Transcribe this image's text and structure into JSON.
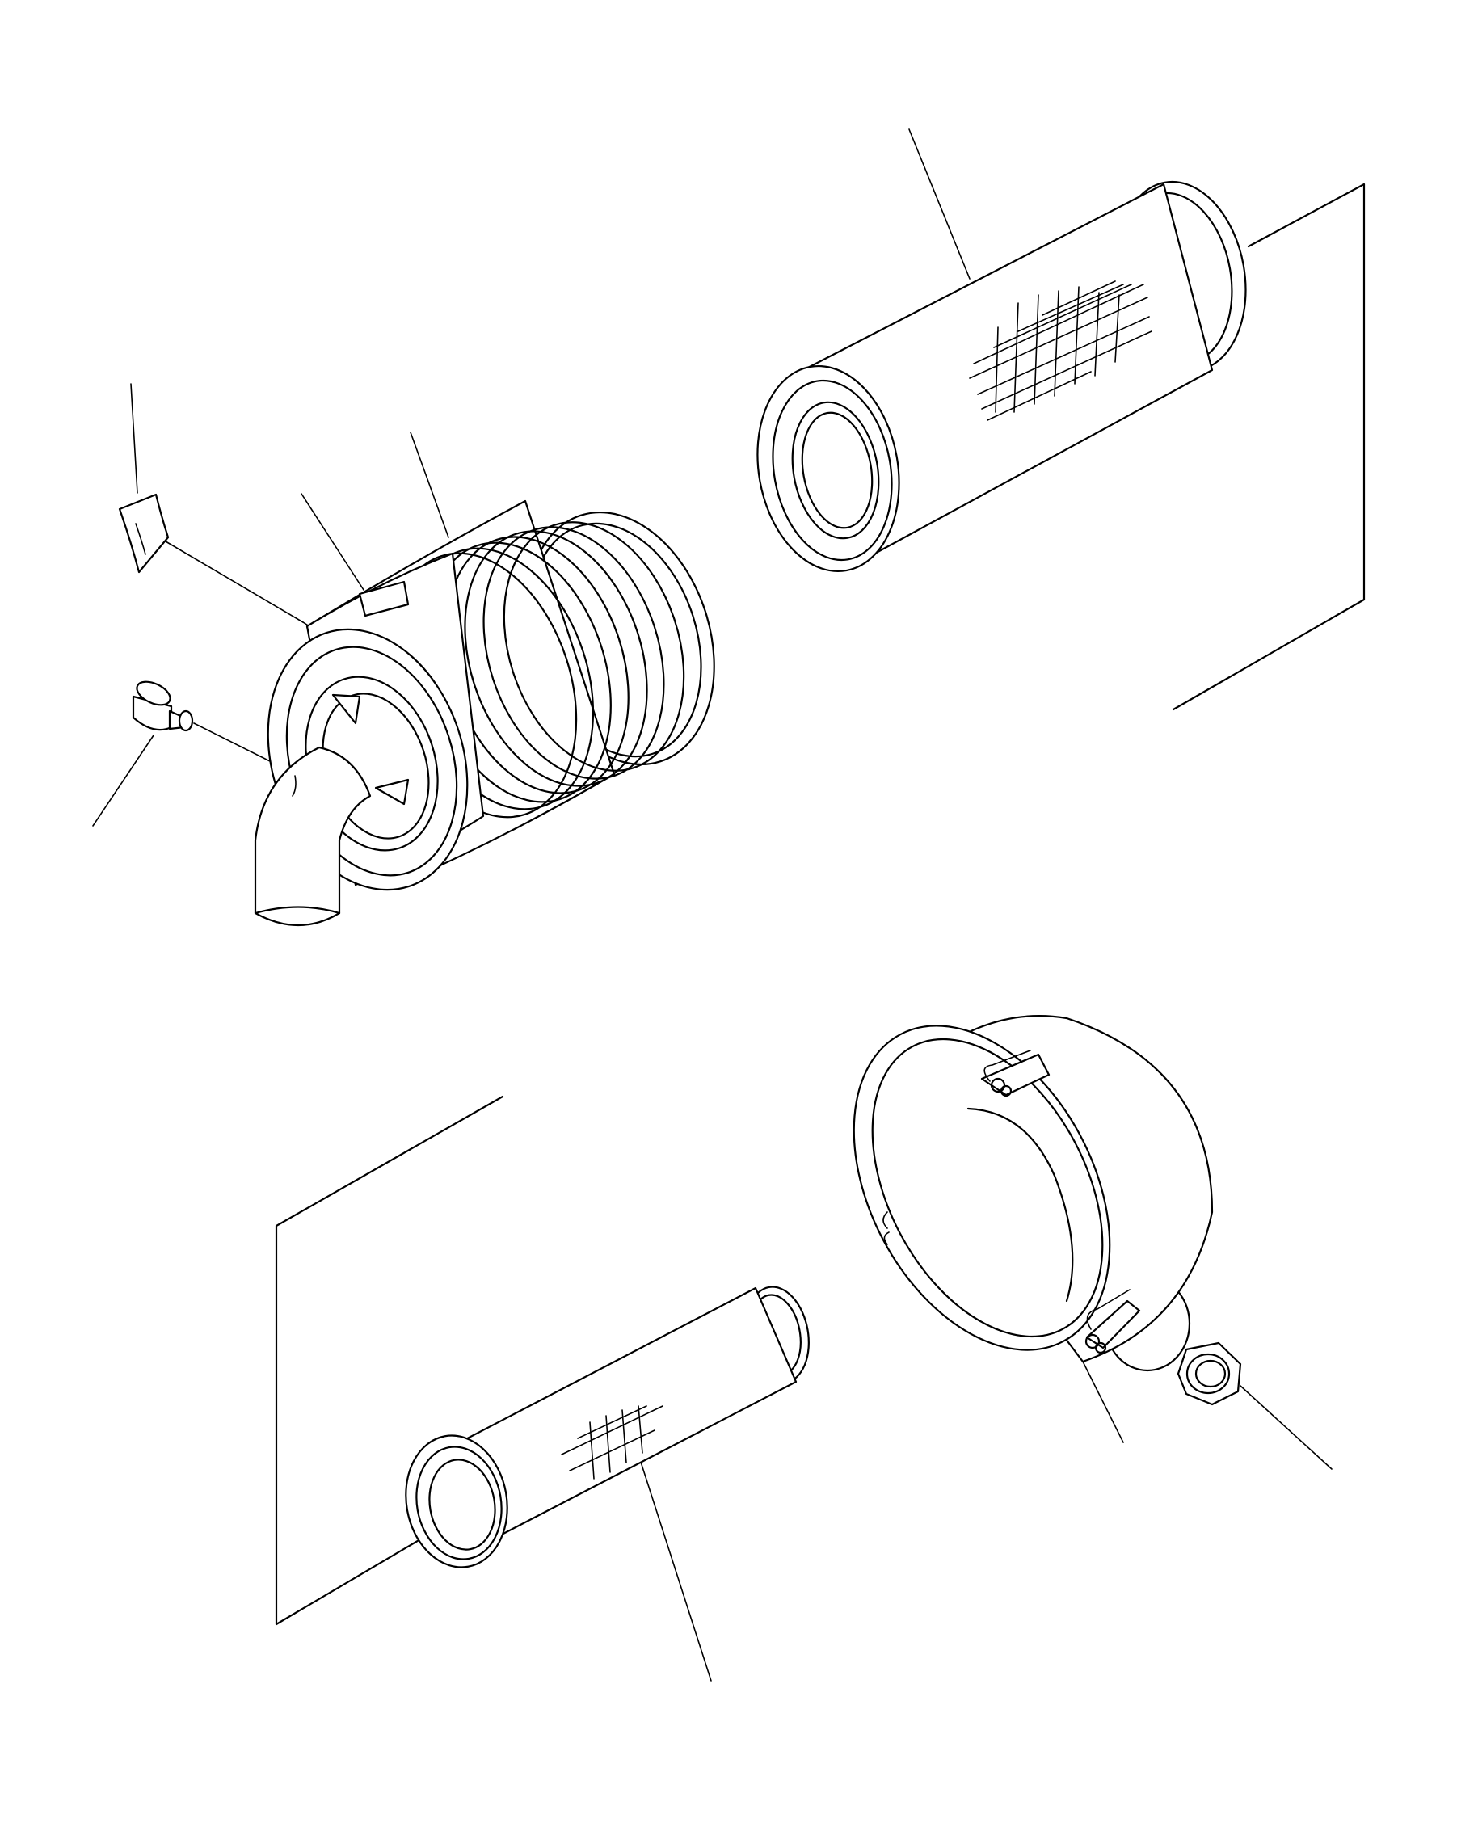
{
  "diagram": {
    "kind": "exploded parts drawing",
    "style": "black line art on white",
    "colors": {
      "line": "#000000",
      "background": "#ffffff"
    },
    "parts": [
      {
        "id": "decal",
        "icon": "decal-label-icon"
      },
      {
        "id": "housing",
        "icon": "air-cleaner-housing-icon"
      },
      {
        "id": "service-indicator",
        "icon": "restriction-indicator-icon"
      },
      {
        "id": "primary-element",
        "icon": "primary-filter-element-icon"
      },
      {
        "id": "safety-element",
        "icon": "safety-filter-element-icon"
      },
      {
        "id": "cover",
        "icon": "cover-with-clamps-icon"
      },
      {
        "id": "wing-nut",
        "icon": "nut-icon"
      }
    ]
  }
}
